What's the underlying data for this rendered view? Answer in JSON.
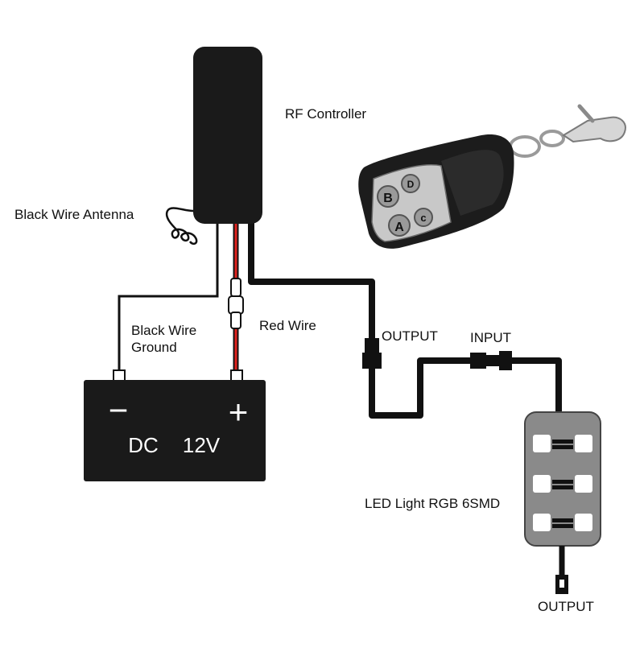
{
  "labels": {
    "rf_controller": "RF Controller",
    "antenna": "Black Wire Antenna",
    "ground_line1": "Black Wire",
    "ground_line2": "Ground",
    "red_wire": "Red Wire",
    "output_top": "OUTPUT",
    "input": "INPUT",
    "led": "LED Light RGB 6SMD",
    "output_bottom": "OUTPUT"
  },
  "battery": {
    "minus": "−",
    "plus": "+",
    "dc": "DC",
    "voltage": "12V"
  },
  "remote": {
    "button_a": "A",
    "button_b": "B",
    "button_c": "c",
    "button_d": "D"
  },
  "colors": {
    "wire_black": "#111111",
    "wire_red": "#e0231e",
    "body_black": "#1a1a1a",
    "led_body": "#8a8a8a"
  }
}
